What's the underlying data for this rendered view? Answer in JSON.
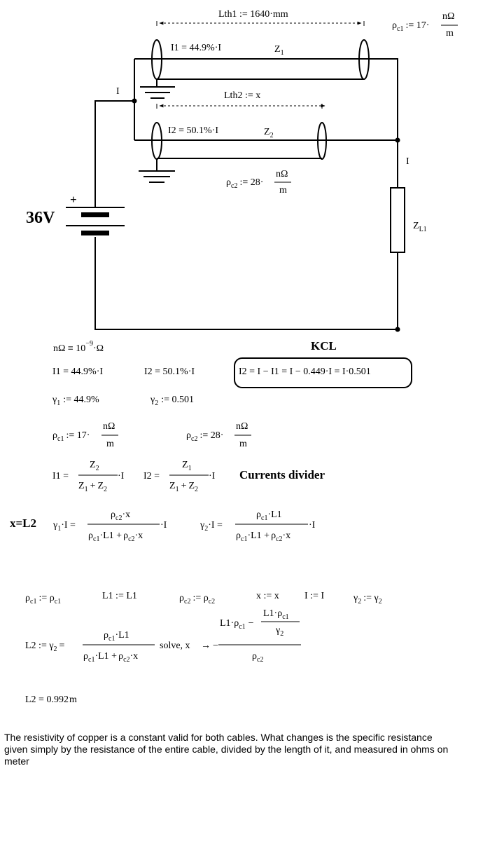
{
  "circuit": {
    "lth1": "Lth1 := 1640·mm",
    "lth2": "Lth2 := x",
    "rho_c1_base": "ρ",
    "rho_c1_sub": "c1",
    "rho_c1_eq": ":= 17·",
    "rho_c2_base": "ρ",
    "rho_c2_sub": "c2",
    "rho_c2_eq": ":= 28·",
    "unit_num": "nΩ",
    "unit_den": "m",
    "i1_label": "I1 = 44.9%·I",
    "i2_label": "I2 = 50.1%·I",
    "z1_base": "Z",
    "z1_sub": "1",
    "z2_base": "Z",
    "z2_sub": "2",
    "zl_base": "Z",
    "zl_sub": "L1",
    "current_left": "I",
    "current_right": "I",
    "battery_label": "36V",
    "battery_plus": "+"
  },
  "math": {
    "nano_def_left": "nΩ ≡ 10",
    "nano_def_exp": "−9",
    "nano_def_right": "·Ω",
    "kcl_title": "KCL",
    "i1_eq": "I1 = 44.9%·I",
    "i2_eq": "I2 = 50.1%·I",
    "kcl_eq": "I2 = I − I1  = I − 0.449·I = I·0.501",
    "gamma1": "1",
    "gamma1_val": ":= 44.9%",
    "gamma2": "2",
    "gamma2_val": ":= 0.501",
    "gamma_sym": "γ",
    "divider_i1": "I1 =",
    "divider_i2": "I2 =",
    "z2_num": "Z",
    "z1_num": "Z",
    "den_plus": "+",
    "times_i": "·I",
    "divider_title": "Currents divider",
    "x_eq_l2": "x=L2",
    "eq1_left": "·I =",
    "eq1_num_x": "·x",
    "eq2_num_l1": "·L1",
    "den_l1": "·L1 +",
    "den_x": "·x",
    "assign_rho_c1": ":= ρ",
    "assign_l1": "L1 := L1",
    "assign_x": "x := x",
    "assign_i": "I := I",
    "assign_g2": ":= γ",
    "solve_left": "L2 := γ",
    "solve_eq": "=",
    "solve_kw": "solve, x",
    "solve_arrow": "→",
    "solve_minus": "−",
    "res_num_a": "L1·ρ",
    "res_num_minus": "−",
    "res_inner_num": "L1·ρ",
    "result": "L2 = 0.992",
    "result_unit": "m"
  },
  "note_text": "The resistivity of copper is a constant valid for both cables. What changes is the specific resistance given simply by the resistance of the entire cable, divided by the length of it, and measured in ohms on meter"
}
